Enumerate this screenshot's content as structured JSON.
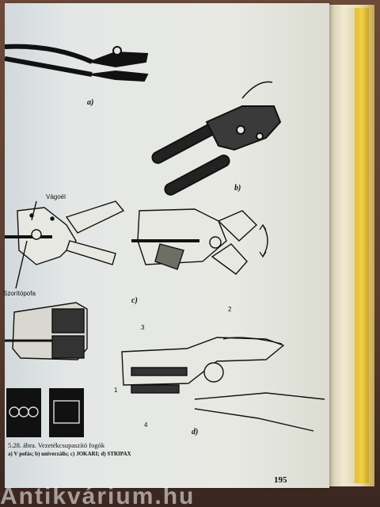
{
  "figure": {
    "labels": {
      "a": "a)",
      "b": "b)",
      "c": "c)",
      "d": "d)"
    },
    "callouts": {
      "vagoel": "Vágoél",
      "szoritopofa": "Szorítópofa",
      "n1": "1",
      "n2": "2",
      "n3": "3",
      "n4": "4"
    }
  },
  "caption": {
    "title": "5.28. ábra. Vezetékcsupaszító fogók",
    "subtitle": "a) V pofás; b) univerzális; c) JOKARI; d) STRIPAX"
  },
  "page_number": "195",
  "watermark": "Antikvárium.hu"
}
